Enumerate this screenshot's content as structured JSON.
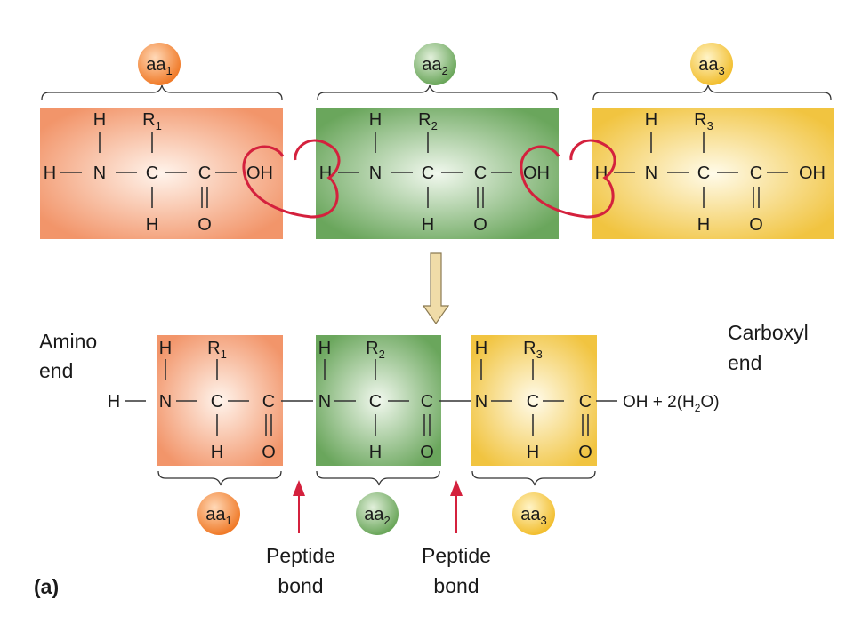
{
  "amino_acids": [
    {
      "label_main": "aa",
      "label_sub": "1",
      "r_main": "R",
      "r_sub": "1",
      "color": "#f7893a",
      "bg": "#f2a276"
    },
    {
      "label_main": "aa",
      "label_sub": "2",
      "r_main": "R",
      "r_sub": "2",
      "color": "#7cb36b",
      "bg": "#74ad66"
    },
    {
      "label_main": "aa",
      "label_sub": "3",
      "r_main": "R",
      "r_sub": "3",
      "color": "#f6c53c",
      "bg": "#f1c848"
    }
  ],
  "atoms": {
    "h": "H",
    "n": "N",
    "c": "C",
    "o": "O",
    "oh": "OH"
  },
  "amino_end": [
    "Amino",
    "end"
  ],
  "carboxyl_end": [
    "Carboxyl",
    "end"
  ],
  "water_prefix": "OH + 2(H",
  "water_sub": "2",
  "water_suffix": "O)",
  "peptide_bond": [
    "Peptide",
    "bond"
  ],
  "panel_label": "(a)",
  "colors": {
    "loop": "#d4213d",
    "arrow_down": "#f0dca8",
    "peptide_arrow": "#d4213d"
  }
}
